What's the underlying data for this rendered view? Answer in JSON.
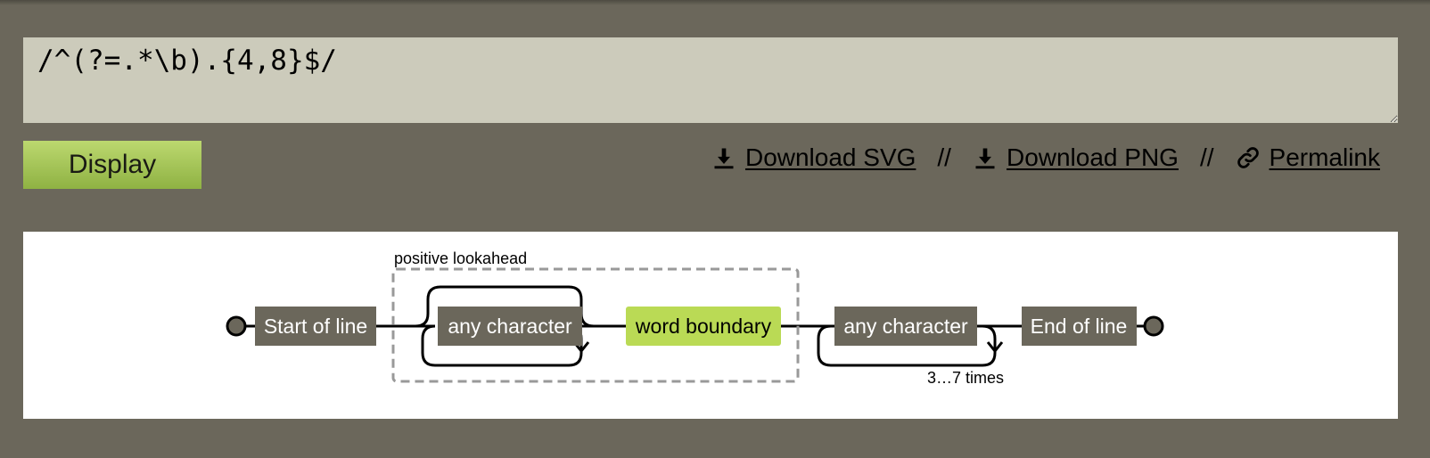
{
  "regex_input": {
    "value": "/^(?=.*\\b).{4,8}$/"
  },
  "display_button": {
    "label": "Display"
  },
  "links": {
    "download_svg": "Download SVG",
    "download_png": "Download PNG",
    "permalink": "Permalink",
    "separator": "//"
  },
  "icons": {
    "download": "download-icon",
    "permalink": "link-icon"
  },
  "colors": {
    "background": "#6b675b",
    "input_background": "#cccbbb",
    "button_green": "#a8c75a",
    "node_gray": "#6b675b",
    "node_green": "#bada55"
  },
  "diagram": {
    "group_label": "positive lookahead",
    "nodes": {
      "start": "Start of line",
      "any_char_1": "any character",
      "word_boundary": "word boundary",
      "any_char_2": "any character",
      "end": "End of line"
    },
    "repeat_label": "3…7 times"
  }
}
